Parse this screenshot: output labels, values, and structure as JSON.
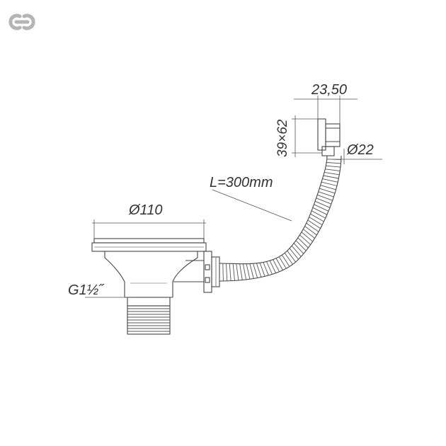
{
  "logo": {
    "name": "link-logo",
    "color": "#b3b3b3"
  },
  "dimensions": {
    "basket_diameter": "Ø110",
    "thread": "G1½˝",
    "hose_length": "L=300mm",
    "overflow_height": "39×62",
    "overflow_width": "23,50",
    "outlet_diameter": "Ø22"
  },
  "colors": {
    "line": "#444444",
    "text": "#333333",
    "background": "#ffffff"
  }
}
